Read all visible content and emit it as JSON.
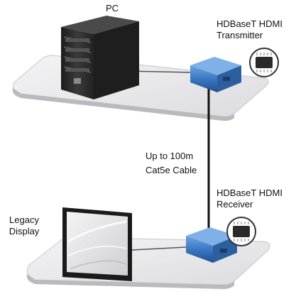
{
  "labels": {
    "pc": "PC",
    "transmitter_line1": "HDBaseT HDMI",
    "transmitter_line2": "Transmitter",
    "cable_line1": "Up to 100m",
    "cable_line2": "Cat5e Cable",
    "receiver_line1": "HDBaseT HDMI",
    "receiver_line2": "Receiver",
    "display_line1": "Legacy",
    "display_line2": "Display"
  },
  "colors": {
    "platform_top": "#e9e9ec",
    "platform_edge": "#b9b9be",
    "device_blue": "#3a78c4",
    "device_blue_dark": "#234f8f",
    "tower_dark": "#2a2a2a",
    "cable": "#111111",
    "text": "#111111"
  },
  "icons": {
    "pc": "server-tower-icon",
    "transmitter": "blue-extender-box-icon",
    "receiver": "blue-extender-box-icon",
    "chip_badge": "chip-icon",
    "display": "monitor-icon"
  }
}
